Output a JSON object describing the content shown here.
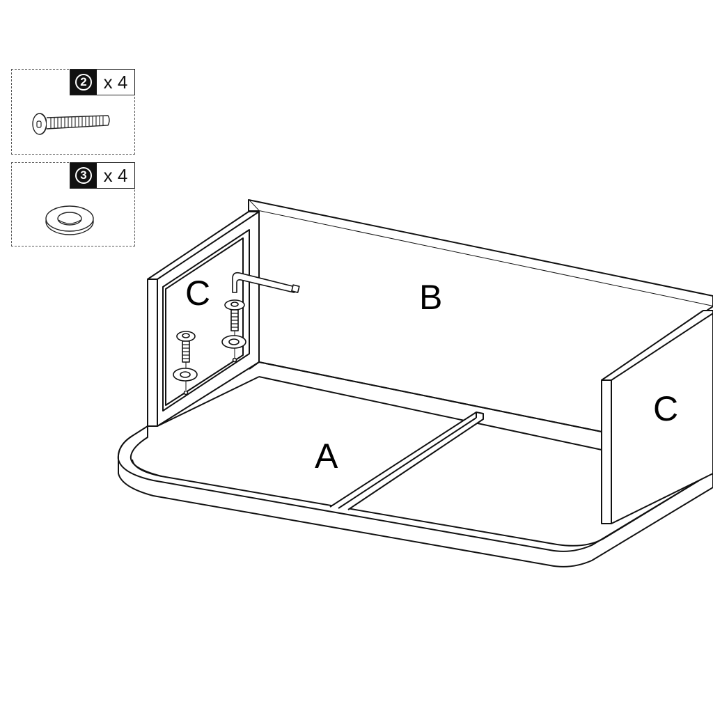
{
  "parts_list": [
    {
      "id": "hardware-2",
      "number": "2",
      "quantity": "x 4",
      "item": "hex socket bolt"
    },
    {
      "id": "hardware-3",
      "number": "3",
      "quantity": "x 4",
      "item": "flat washer"
    }
  ],
  "panels": {
    "A": {
      "label": "A",
      "role": "bottom/base panel"
    },
    "B": {
      "label": "B",
      "role": "back panel"
    },
    "C_left": {
      "label": "C",
      "role": "left side panel"
    },
    "C_right": {
      "label": "C",
      "role": "right side panel"
    }
  },
  "tools": [
    {
      "name": "allen-key"
    }
  ],
  "colors": {
    "line": "#111111",
    "background": "#ffffff",
    "badge": "#111111"
  }
}
